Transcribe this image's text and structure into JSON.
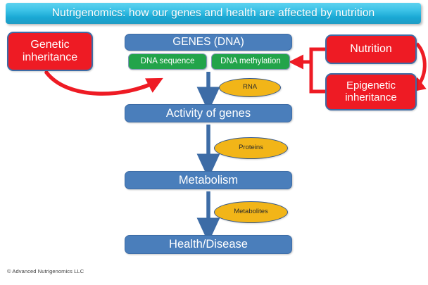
{
  "title": {
    "text": "Nutrigenomics: how our genes and health are affected by nutrition"
  },
  "nodes": {
    "genetic_inheritance": {
      "line1": "Genetic",
      "line2": "inheritance"
    },
    "nutrition": {
      "label": "Nutrition"
    },
    "epigenetic_inheritance": {
      "line1": "Epigenetic",
      "line2": "inheritance"
    },
    "genes_dna": {
      "label": "GENES (DNA)"
    },
    "dna_sequence": {
      "label": "DNA sequence"
    },
    "dna_methylation": {
      "label": "DNA methylation"
    },
    "rna": {
      "label": "RNA"
    },
    "activity_of_genes": {
      "label": "Activity of genes"
    },
    "proteins": {
      "label": "Proteins"
    },
    "metabolism": {
      "label": "Metabolism"
    },
    "metabolites": {
      "label": "Metabolites"
    },
    "health_disease": {
      "label": "Health/Disease"
    }
  },
  "footer": {
    "copyright": "© Advanced Nutrigenomics LLC"
  },
  "colors": {
    "title_banner_start": "#5ed2ef",
    "title_banner_end": "#1f9cc4",
    "blue_box": "#4a7ebb",
    "blue_border": "#3d6ca6",
    "green_box": "#22a44a",
    "red_box": "#ee1b24",
    "orange_oval": "#f2b518",
    "arrow_blue": "#3d6ca6",
    "arrow_red": "#ee1b24",
    "text_light": "#ffffff",
    "text_dark": "#2b2b2b"
  },
  "arrows": [
    {
      "name": "genetic-to-dna-sequence",
      "from": "genetic_inheritance",
      "to": "dna_sequence",
      "color": "#ee1b24",
      "style": "curved"
    },
    {
      "name": "nutrition-to-dna-methylation",
      "from": "nutrition",
      "to": "dna_methylation",
      "color": "#ee1b24",
      "style": "elbow"
    },
    {
      "name": "epigenetic-to-dna-methylation",
      "from": "epigenetic_inheritance",
      "to": "dna_methylation",
      "color": "#ee1b24",
      "style": "elbow"
    },
    {
      "name": "nutrition-to-epigenetic",
      "from": "nutrition",
      "to": "epigenetic_inheritance",
      "color": "#ee1b24",
      "style": "curved"
    },
    {
      "name": "genes-to-activity",
      "from": "dna_methylation",
      "to": "activity_of_genes",
      "color": "#3d6ca6",
      "style": "straight"
    },
    {
      "name": "activity-to-metabolism",
      "from": "activity_of_genes",
      "to": "metabolism",
      "color": "#3d6ca6",
      "style": "straight"
    },
    {
      "name": "metabolism-to-health",
      "from": "metabolism",
      "to": "health_disease",
      "color": "#3d6ca6",
      "style": "straight"
    }
  ]
}
